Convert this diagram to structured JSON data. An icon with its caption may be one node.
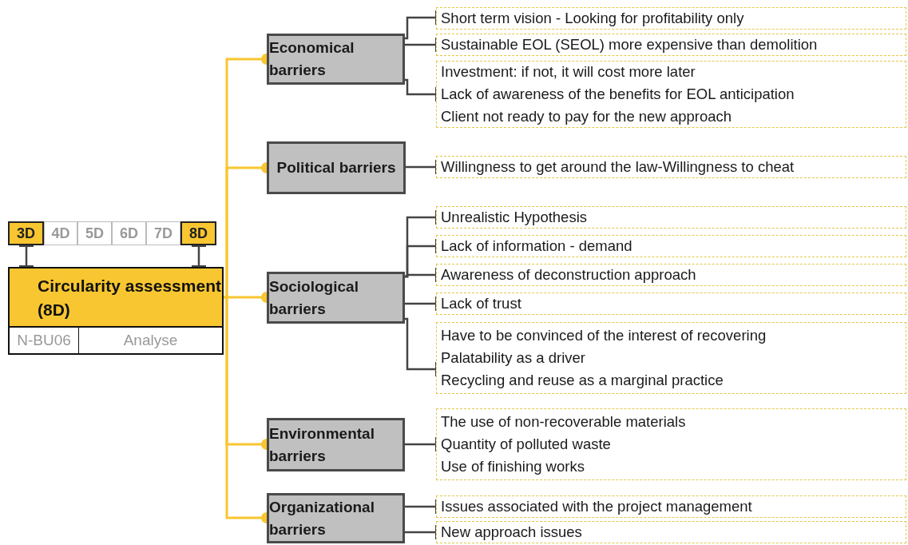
{
  "diagram": {
    "nodes": [
      {
        "text": [
          "3D"
        ]
      },
      {
        "text": [
          "4D"
        ]
      },
      {
        "text": [
          "5D"
        ]
      },
      {
        "text": [
          "6D"
        ]
      },
      {
        "text": [
          "7D"
        ]
      },
      {
        "text": [
          "8D"
        ]
      },
      {
        "text": [
          "Circularity assessment (8D)",
          "N-BU06",
          "Analyse"
        ]
      },
      {
        "text": [
          "Economical barriers"
        ]
      },
      {
        "text": [
          "Short term vision - Looking for profitability only"
        ]
      },
      {
        "text": [
          "Sustainable EOL (SEOL) more expensive than demolition"
        ]
      },
      {
        "text": [
          "Investment: if not, it will cost more later",
          "Lack of awareness of the benefits for EOL anticipation",
          "Client not ready to pay for the new approach"
        ]
      },
      {
        "text": [
          "Political barriers"
        ]
      },
      {
        "text": [
          "Willingness to get around the law-Willingness to cheat"
        ]
      },
      {
        "text": [
          "Sociological barriers"
        ]
      },
      {
        "text": [
          "Unrealistic Hypothesis"
        ]
      },
      {
        "text": [
          "Lack of information - demand"
        ]
      },
      {
        "text": [
          "Awareness of deconstruction approach"
        ]
      },
      {
        "text": [
          "Lack of trust"
        ]
      },
      {
        "text": [
          "Have to be convinced of the interest of recovering",
          "Palatability as a driver",
          "Recycling and reuse as a marginal practice"
        ]
      },
      {
        "text": [
          "Environmental barriers"
        ]
      },
      {
        "text": [
          "The use of non-recoverable materials",
          "Quantity of polluted waste",
          "Use of finishing works"
        ]
      },
      {
        "text": [
          "Organizational barriers"
        ]
      },
      {
        "text": [
          "Issues associated with the project management"
        ]
      },
      {
        "text": [
          "New approach issues"
        ]
      }
    ],
    "edges": [
      {
        "from": 0,
        "to": 6,
        "arrow": "other"
      },
      {
        "from": 5,
        "to": 6,
        "arrow": "other"
      },
      {
        "from": 6,
        "to": 7,
        "arrow": "other",
        "color": "#f8c630"
      },
      {
        "from": 6,
        "to": 11,
        "arrow": "other",
        "color": "#f8c630"
      },
      {
        "from": 6,
        "to": 13,
        "arrow": "other",
        "color": "#f8c630"
      },
      {
        "from": 6,
        "to": 19,
        "arrow": "other",
        "color": "#f8c630"
      },
      {
        "from": 6,
        "to": 21,
        "arrow": "other",
        "color": "#f8c630"
      },
      {
        "from": 7,
        "to": 8,
        "arrow": "other"
      },
      {
        "from": 7,
        "to": 9,
        "arrow": "other"
      },
      {
        "from": 7,
        "to": 10,
        "arrow": "other"
      },
      {
        "from": 11,
        "to": 12,
        "arrow": "other"
      },
      {
        "from": 13,
        "to": 14,
        "arrow": "other"
      },
      {
        "from": 13,
        "to": 15,
        "arrow": "other"
      },
      {
        "from": 13,
        "to": 16,
        "arrow": "other"
      },
      {
        "from": 13,
        "to": 17,
        "arrow": "other"
      },
      {
        "from": 13,
        "to": 18,
        "arrow": "other"
      },
      {
        "from": 19,
        "to": 20,
        "arrow": "other"
      },
      {
        "from": 21,
        "to": 22,
        "arrow": "other"
      },
      {
        "from": 21,
        "to": 23,
        "arrow": "other"
      }
    ]
  }
}
